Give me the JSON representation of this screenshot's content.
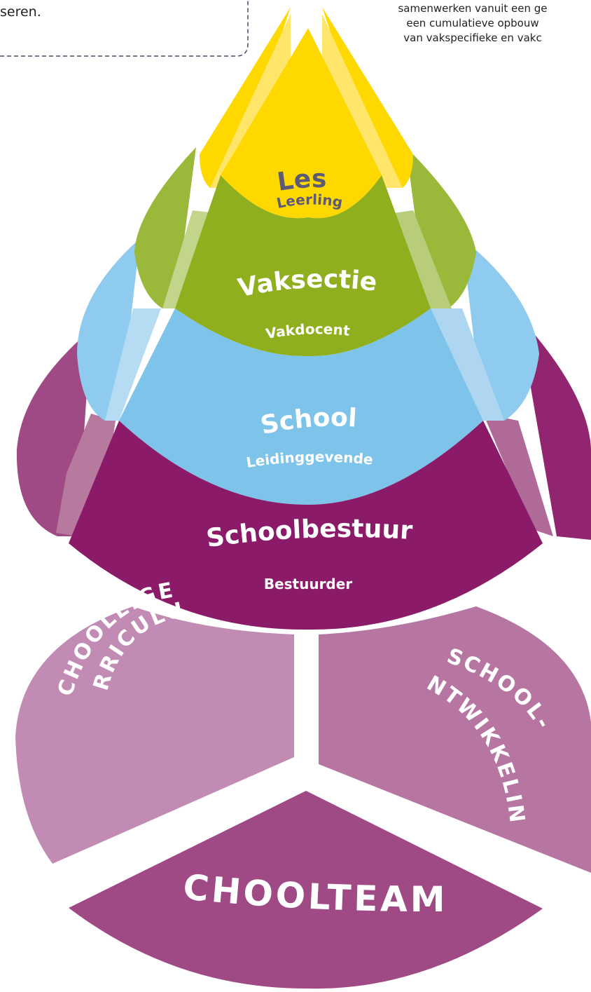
{
  "context": {
    "left_fragment": "seren.",
    "right_lines": [
      "samenwerken vanuit een ge",
      "een cumulatieve opbouw",
      "van vakspecifieke en vakc"
    ]
  },
  "cone": {
    "levels": [
      {
        "title": "Les",
        "subtitle": "Leerling",
        "color": "#ffd800"
      },
      {
        "title": "Vaksectie",
        "subtitle": "Vakdocent",
        "color": "#8faf1f"
      },
      {
        "title": "School",
        "subtitle": "Leidinggevende",
        "color": "#7ec4ea"
      },
      {
        "title": "Schoolbestuur",
        "subtitle": "Bestuurder",
        "color": "#8b1b69"
      }
    ]
  },
  "base": {
    "left_lines": [
      "SCHOOLEIGEN",
      "CURRICULUM"
    ],
    "right_lines": [
      "SCHOOL-",
      "ONTWIKKELING"
    ],
    "bottom": "SCHOOLTEAM",
    "colors": {
      "left": "#c28bb3",
      "right": "#b676a1",
      "bottom": "#a04a85"
    }
  }
}
